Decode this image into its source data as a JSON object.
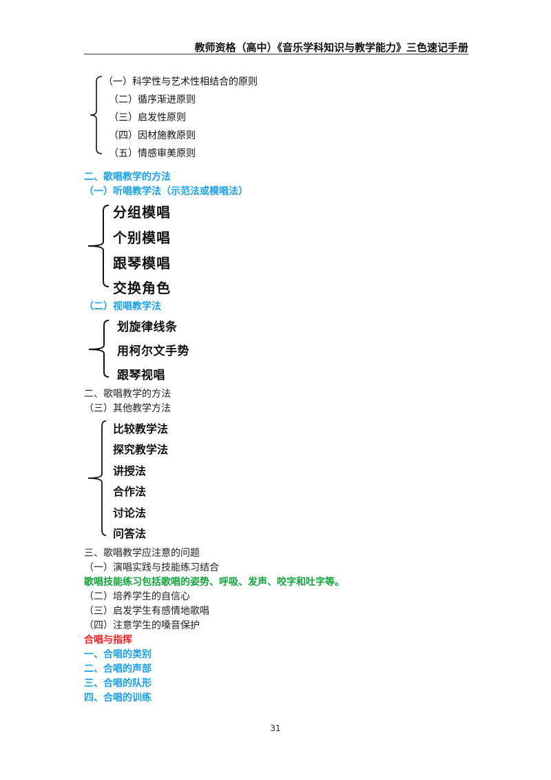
{
  "header": {
    "title": "教师资格（高中）《音乐学科知识与教学能力》三色速记手册"
  },
  "group1": {
    "items": [
      "（一）科学性与艺术性相结合的原则",
      "（二）循序渐进原则",
      "（三）启发性原则",
      "（四）因材施教原则",
      "（五）情感审美原则"
    ]
  },
  "section2": {
    "title": "二、歌唱教学的方法",
    "sub1": "（一）听唱教学法（示范法或模唱法）",
    "sub1_items": [
      "分组模唱",
      "个别模唱",
      "跟琴模唱",
      "交换角色"
    ],
    "sub2": "（二）视唱教学法",
    "sub2_items": [
      "划旋律线条",
      "用柯尔文手势",
      "跟琴视唱"
    ]
  },
  "section2b": {
    "title": "二、歌唱教学的方法",
    "sub3": "（三）其他教学方法",
    "sub3_items": [
      "比较教学法",
      "探究教学法",
      "讲授法",
      "合作法",
      "讨论法",
      "问答法"
    ]
  },
  "section3": {
    "title": "三、歌唱教学应注意的问题",
    "p1": "（一）演唱实践与技能练习结合",
    "p1_note": "歌唱技能练习包括歌唱的姿势、呼吸、发声、咬字和吐字等。",
    "p2": "（二）培养学生的自信心",
    "p3": "（三）启发学生有感情地歌唱",
    "p4": "（四）注意学生的嗓音保护"
  },
  "chorus": {
    "title": "合唱与指挥",
    "items": [
      "一、合唱的类别",
      "二、合唱的声部",
      "三、合唱的队形",
      "四、合唱的训练"
    ]
  },
  "footer": {
    "page_number": "31"
  }
}
